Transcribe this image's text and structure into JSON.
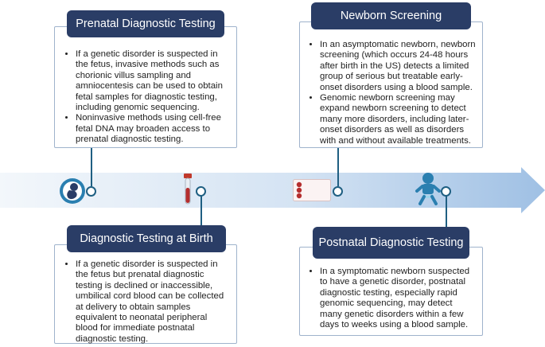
{
  "colors": {
    "accent": "#2a3d66",
    "connector": "#1f5f82",
    "card_border": "#9fb3cc",
    "arrow_light": "#e6eef7",
    "arrow_mid": "#aac6e6"
  },
  "stages": [
    {
      "title": "Prenatal Diagnostic Testing",
      "icon": "fetus-icon",
      "bullets": [
        "If a genetic disorder is suspected in the fetus, invasive methods such as chorionic villus sampling and amniocentesis can be used to obtain fetal samples for diagnostic testing, including genomic sequencing.",
        "Noninvasive methods using cell-free fetal DNA may broaden access to prenatal diagnostic testing."
      ]
    },
    {
      "title": "Diagnostic Testing at Birth",
      "icon": "blood-tube-icon",
      "bullets": [
        "If a genetic disorder is suspected in the fetus but prenatal diagnostic testing is declined or inaccessible, umbilical cord blood can be collected at delivery to obtain samples equivalent to neonatal peripheral blood for immediate postnatal diagnostic testing."
      ]
    },
    {
      "title": "Newborn Screening",
      "icon": "blood-spot-card-icon",
      "bullets": [
        "In an asymptomatic newborn, newborn screening (which occurs 24-48 hours after birth in the US) detects a limited group of serious but treatable early-onset disorders using a blood sample.",
        "Genomic newborn screening may expand newborn screening to detect many more disorders, including later-onset disorders as well as disorders with and without available treatments."
      ]
    },
    {
      "title": "Postnatal Diagnostic Testing",
      "icon": "baby-icon",
      "bullets": [
        "In a symptomatic newborn suspected to have a genetic disorder, postnatal diagnostic testing, especially rapid genomic sequencing, may detect many genetic disorders within a few days to weeks using a blood sample."
      ]
    }
  ]
}
